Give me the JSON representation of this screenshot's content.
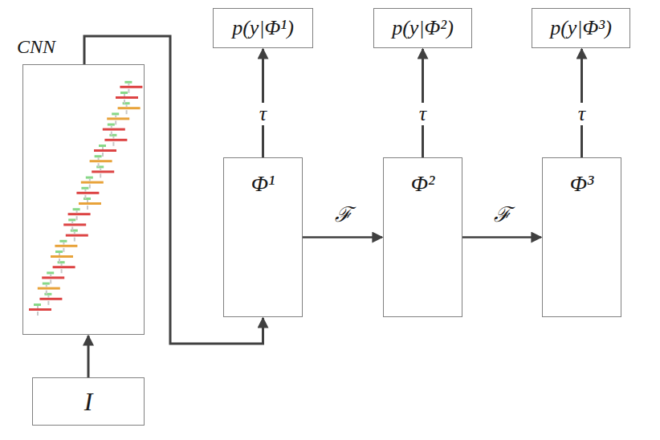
{
  "diagram": {
    "nodes": [
      {
        "text": [
          "CNN"
        ]
      },
      {
        "text": [
          "I"
        ]
      },
      {
        "text": [
          "Φ¹"
        ]
      },
      {
        "text": [
          "Φ²"
        ]
      },
      {
        "text": [
          "Φ³"
        ]
      },
      {
        "text": [
          "p(y|Φ¹)"
        ]
      },
      {
        "text": [
          "p(y|Φ²)"
        ]
      },
      {
        "text": [
          "p(y|Φ³)"
        ]
      }
    ],
    "edges": [
      {
        "from": 1,
        "to": 0,
        "arrow": "to"
      },
      {
        "from": 0,
        "to": 2,
        "arrow": "to"
      },
      {
        "from": 2,
        "to": 3,
        "label": "ℱ",
        "arrow": "to"
      },
      {
        "from": 3,
        "to": 4,
        "label": "ℱ",
        "arrow": "to"
      },
      {
        "from": 2,
        "to": 5,
        "label": "τ",
        "arrow": "to"
      },
      {
        "from": 3,
        "to": 6,
        "label": "τ",
        "arrow": "to"
      },
      {
        "from": 4,
        "to": 7,
        "label": "τ",
        "arrow": "to"
      }
    ]
  }
}
